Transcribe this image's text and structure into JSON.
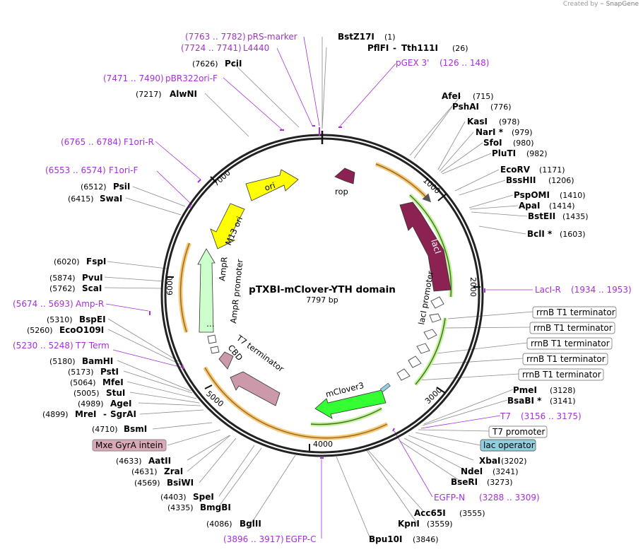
{
  "credit": {
    "prefix": "Created by",
    "brand": "SnapGene"
  },
  "plasmid": {
    "name": "pTXBI-mClover-YTH domain",
    "length_label": "7797 bp",
    "length": 7797
  },
  "ticks": [
    "1000",
    "2000",
    "3000",
    "4000",
    "5000",
    "6000",
    "7000"
  ],
  "enzymes": [
    {
      "name": "BstZ17I",
      "pos": "(1)"
    },
    {
      "name": "PflFI",
      "pos": ""
    },
    {
      "name": "Tth111I",
      "pos": "(26)"
    },
    {
      "name": "AfeI",
      "pos": "(715)"
    },
    {
      "name": "PshAI",
      "pos": "(776)"
    },
    {
      "name": "KasI",
      "pos": "(978)"
    },
    {
      "name": "NarI *",
      "pos": "(979)"
    },
    {
      "name": "SfoI",
      "pos": "(980)"
    },
    {
      "name": "PluTI",
      "pos": "(982)"
    },
    {
      "name": "EcoRV",
      "pos": "(1171)"
    },
    {
      "name": "BssHII",
      "pos": "(1206)"
    },
    {
      "name": "PspOMI",
      "pos": "(1410)"
    },
    {
      "name": "ApaI",
      "pos": "(1414)"
    },
    {
      "name": "BstEII",
      "pos": "(1435)"
    },
    {
      "name": "BclI *",
      "pos": "(1603)"
    },
    {
      "name": "PmeI",
      "pos": "(3128)"
    },
    {
      "name": "BsaBI *",
      "pos": "(3141)"
    },
    {
      "name": "XbaI",
      "pos": "(3202)"
    },
    {
      "name": "NdeI",
      "pos": "(3241)"
    },
    {
      "name": "BseRI",
      "pos": "(3273)"
    },
    {
      "name": "Acc65I",
      "pos": "(3555)"
    },
    {
      "name": "KpnI",
      "pos": "(3559)"
    },
    {
      "name": "Bpu10I",
      "pos": "(3846)"
    },
    {
      "name": "BglII",
      "pos": "(4086)"
    },
    {
      "name": "BmgBI",
      "pos": "(4335)"
    },
    {
      "name": "SpeI",
      "pos": "(4403)"
    },
    {
      "name": "BsiWI",
      "pos": "(4569)"
    },
    {
      "name": "ZraI",
      "pos": "(4631)"
    },
    {
      "name": "AatII",
      "pos": "(4633)"
    },
    {
      "name": "BsmI",
      "pos": "(4710)"
    },
    {
      "name": "MreI",
      "pos": "(4899)"
    },
    {
      "name": "SgrAI",
      "pos": ""
    },
    {
      "name": "AgeI",
      "pos": "(4989)"
    },
    {
      "name": "StuI",
      "pos": "(5005)"
    },
    {
      "name": "MfeI",
      "pos": "(5064)"
    },
    {
      "name": "PstI",
      "pos": "(5173)"
    },
    {
      "name": "BamHI",
      "pos": "(5180)"
    },
    {
      "name": "EcoO109I",
      "pos": "(5260)"
    },
    {
      "name": "BspEI",
      "pos": "(5310)"
    },
    {
      "name": "ScaI",
      "pos": "(5762)"
    },
    {
      "name": "PvuI",
      "pos": "(5874)"
    },
    {
      "name": "FspI",
      "pos": "(6020)"
    },
    {
      "name": "SwaI",
      "pos": "(6415)"
    },
    {
      "name": "PsiI",
      "pos": "(6512)"
    },
    {
      "name": "AlwNI",
      "pos": "(7217)"
    },
    {
      "name": "PciI",
      "pos": "(7626)"
    }
  ],
  "primers": [
    {
      "name": "pRS-marker",
      "range": "(7763 .. 7782)"
    },
    {
      "name": "L4440",
      "range": "(7724 .. 7741)"
    },
    {
      "name": "pGEX 3'",
      "range": "(126 .. 148)"
    },
    {
      "name": "pBR322ori-F",
      "range": "(7471 .. 7490)"
    },
    {
      "name": "F1ori-R",
      "range": "(6765 .. 6784)"
    },
    {
      "name": "F1ori-F",
      "range": "(6553 .. 6574)"
    },
    {
      "name": "LacI-R",
      "range": "(1934 .. 1953)"
    },
    {
      "name": "T7",
      "range": "(3156 .. 3175)"
    },
    {
      "name": "EGFP-N",
      "range": "(3288 .. 3309)"
    },
    {
      "name": "EGFP-C",
      "range": "(3896 .. 3917)"
    },
    {
      "name": "Amp-R",
      "range": "(5674 .. 5693)"
    },
    {
      "name": "T7 Term",
      "range": "(5230 .. 5248)"
    }
  ],
  "boxed_features": [
    {
      "label": "rrnB T1 terminator",
      "fill": "#ffffff"
    },
    {
      "label": "rrnB T1 terminator",
      "fill": "#ffffff"
    },
    {
      "label": "rrnB T1 terminator",
      "fill": "#ffffff"
    },
    {
      "label": "rrnB T1 terminator",
      "fill": "#ffffff"
    },
    {
      "label": "rrnB T1 terminator",
      "fill": "#ffffff"
    },
    {
      "label": "T7 promoter",
      "fill": "#ffffff"
    },
    {
      "label": "lac operator",
      "fill": "#8fcfe0"
    },
    {
      "label": "Mxe GyrA intein",
      "fill": "#d9a9b8"
    }
  ],
  "features": [
    {
      "label": "rop",
      "color": "#8b2252"
    },
    {
      "label": "lacI",
      "color": "#8b2252"
    },
    {
      "label": "lacI promoter",
      "color": "#ffffff"
    },
    {
      "label": "ori",
      "color": "#ffff00"
    },
    {
      "label": "M13 ori",
      "color": "#ffff00"
    },
    {
      "label": "AmpR",
      "color": "#ccffcc"
    },
    {
      "label": "AmpR promoter",
      "color": "#ffffff"
    },
    {
      "label": "T7 terminator",
      "color": "#ffffff"
    },
    {
      "label": "CBD",
      "color": "#cc99aa"
    },
    {
      "label": "mClover3",
      "color": "#33ff33"
    }
  ]
}
